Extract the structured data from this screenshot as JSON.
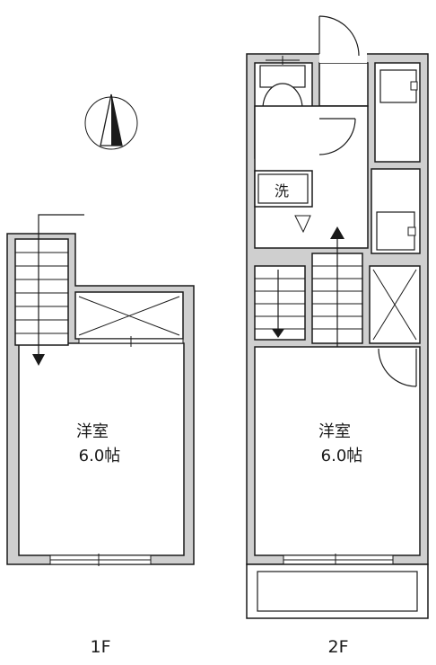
{
  "floors": [
    {
      "label": "1F",
      "room": {
        "name": "洋室",
        "size": "6.0帖"
      }
    },
    {
      "label": "2F",
      "room": {
        "name": "洋室",
        "size": "6.0帖"
      }
    }
  ],
  "fixtures": {
    "laundry_label": "洗"
  },
  "icons": {
    "compass": "north-arrow-icon"
  },
  "colors": {
    "wall": "#cfcfcf",
    "line": "#1a1a1a",
    "background": "#ffffff"
  }
}
